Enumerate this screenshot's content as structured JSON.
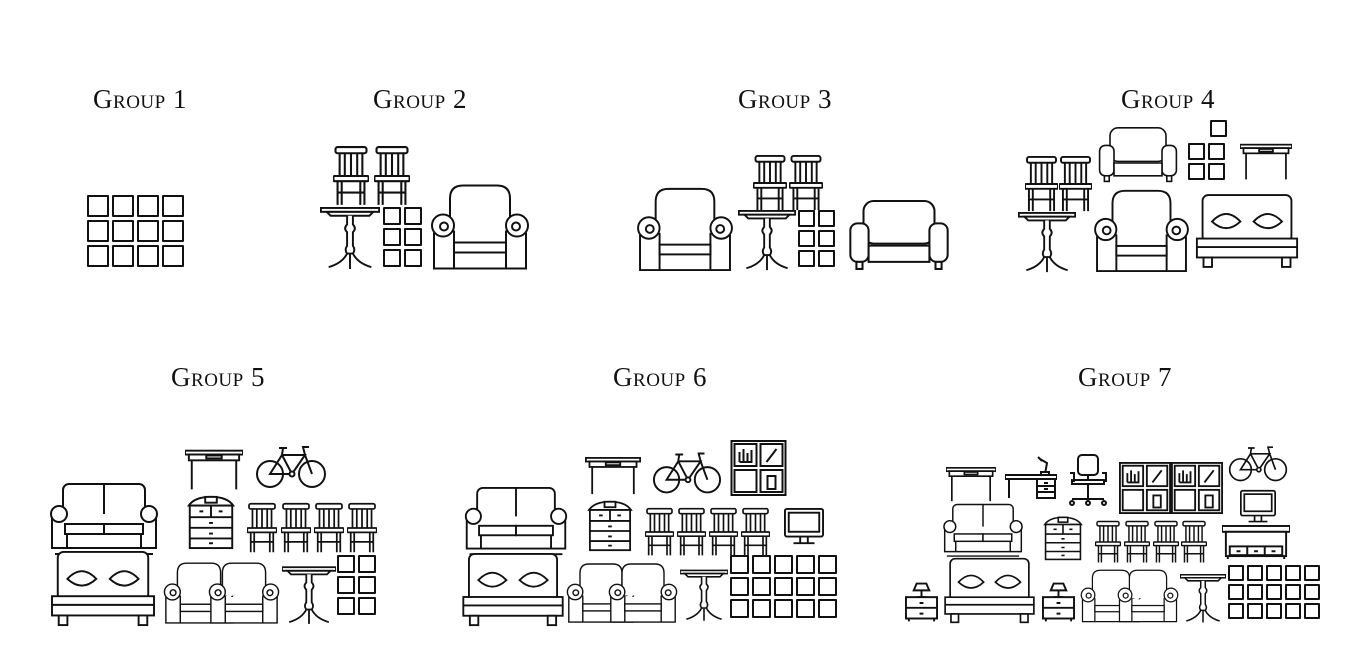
{
  "groups": [
    {
      "title": "Group 1"
    },
    {
      "title": "Group 2"
    },
    {
      "title": "Group 3"
    },
    {
      "title": "Group 4"
    },
    {
      "title": "Group 5"
    },
    {
      "title": "Group 6"
    },
    {
      "title": "Group 7"
    }
  ],
  "colors": {
    "line": "#111111",
    "background": "#ffffff"
  }
}
